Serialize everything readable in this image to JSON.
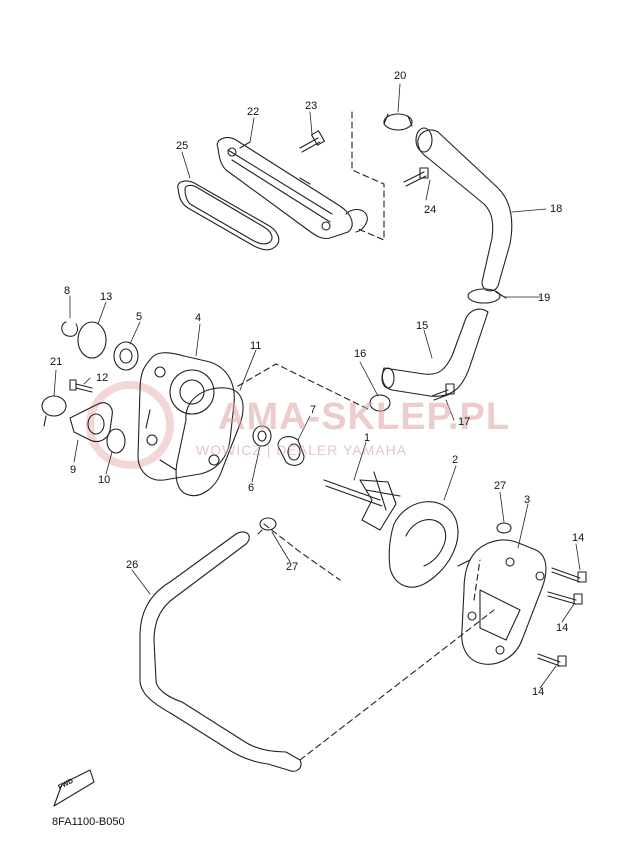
{
  "diagram": {
    "part_code": "8FA1100-B050",
    "fwd_label": "FWD",
    "watermark": {
      "main": "AMA-SKLEP.PL",
      "sub": "WOWICZ | DEALER YAMAHA"
    },
    "callouts": {
      "c1": "1",
      "c2": "2",
      "c3": "3",
      "c4": "4",
      "c5": "5",
      "c6": "6",
      "c7": "7",
      "c8": "8",
      "c9": "9",
      "c10": "10",
      "c11": "11",
      "c12": "12",
      "c13": "13",
      "c14a": "14",
      "c14b": "14",
      "c14c": "14",
      "c15": "15",
      "c16": "16",
      "c17": "17",
      "c18": "18",
      "c19": "19",
      "c20": "20",
      "c21": "21",
      "c22": "22",
      "c23": "23",
      "c24": "24",
      "c25": "25",
      "c26": "26",
      "c27a": "27",
      "c27b": "27"
    }
  }
}
